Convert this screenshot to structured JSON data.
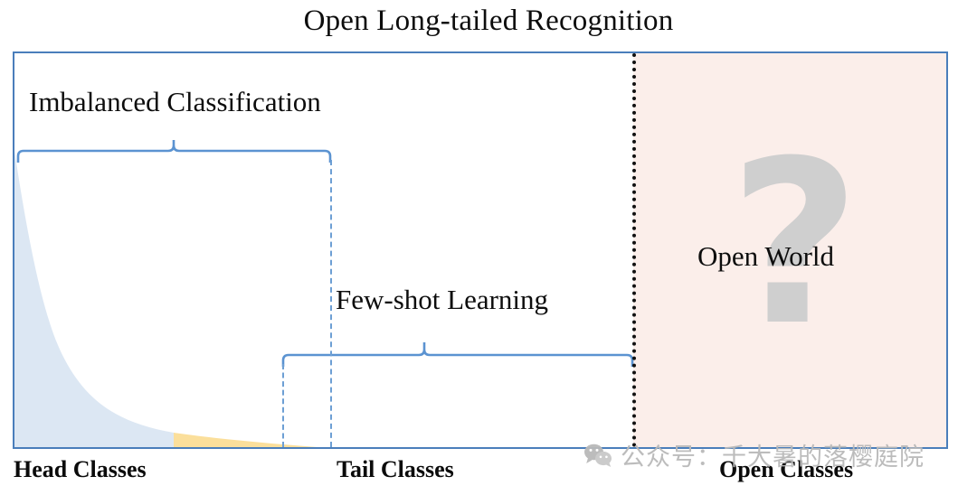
{
  "title": "Open Long-tailed Recognition",
  "regions": {
    "imbalanced_label": "Imbalanced Classification",
    "fewshot_label": "Few-shot Learning",
    "openworld_label": "Open World",
    "question_glyph": "?"
  },
  "axis": {
    "head": "Head Classes",
    "tail": "Tail Classes",
    "open": "Open Classes"
  },
  "watermark": {
    "icon": "wechat-icon",
    "text": "公众号：千大暑的落樱庭院"
  },
  "colors": {
    "frame_border": "#4a7ebb",
    "head_fill": "#dce7f3",
    "tail_fill": "#fbdf9b",
    "open_fill": "#fbeeea",
    "brace": "#5b93d1",
    "dash_guide": "#6d9fd4",
    "divider": "#111111",
    "question": "#cfcfcf",
    "text": "#0d0d0d"
  },
  "chart_data": {
    "type": "area",
    "title": "Open Long-tailed Recognition",
    "xlabel": "",
    "ylabel": "",
    "grid": false,
    "legend": "none",
    "description": "Long-tailed class-frequency distribution split into Head, Tail and Open class regions.",
    "x": [
      0,
      0.02,
      0.05,
      0.09,
      0.14,
      0.19,
      0.25,
      0.32,
      0.4,
      0.5,
      0.6,
      0.68,
      0.78,
      0.88,
      1.0
    ],
    "y": [
      1.0,
      0.72,
      0.48,
      0.33,
      0.24,
      0.19,
      0.155,
      0.133,
      0.118,
      0.102,
      0.09,
      0.082,
      0.07,
      0.058,
      0.045
    ],
    "segments": [
      {
        "name": "Head Classes",
        "color": "#dce7f3",
        "x_range": [
          0.0,
          0.185
        ]
      },
      {
        "name": "Tail Classes",
        "color": "#fbdf9b",
        "x_range": [
          0.185,
          0.665
        ]
      },
      {
        "name": "Open Classes",
        "color": "#fbeeea",
        "x_range": [
          0.665,
          1.0
        ]
      }
    ],
    "braces": [
      {
        "label": "Imbalanced Classification",
        "x_start": 0.004,
        "x_end": 0.34
      },
      {
        "label": "Few-shot Learning",
        "x_start": 0.288,
        "x_end": 0.663
      }
    ],
    "dividers": [
      {
        "style": "dashed",
        "x": 0.34
      },
      {
        "style": "dashed",
        "x": 0.288
      },
      {
        "style": "dotted",
        "x": 0.663
      }
    ]
  }
}
